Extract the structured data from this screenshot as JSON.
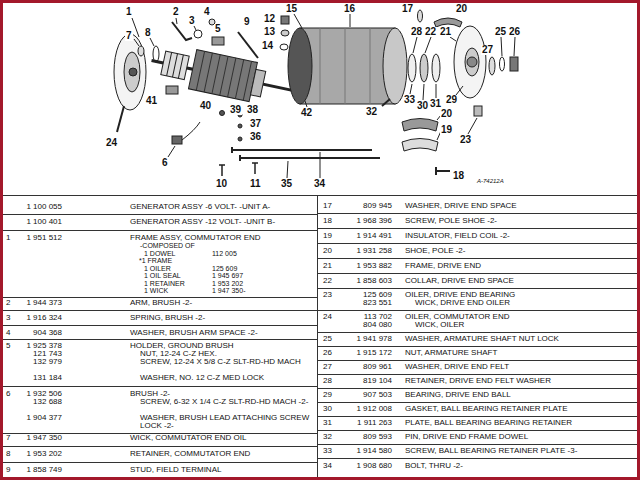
{
  "diagram": {
    "labels": [
      "1",
      "2",
      "3",
      "4",
      "5",
      "7",
      "8",
      "9",
      "12",
      "13",
      "14",
      "15",
      "16",
      "17",
      "20",
      "28",
      "22",
      "21",
      "27",
      "25",
      "26",
      "33",
      "30",
      "31",
      "29",
      "20",
      "19",
      "23",
      "18",
      "32",
      "42",
      "41",
      "40",
      "39",
      "38",
      "37",
      "36",
      "24",
      "6",
      "10",
      "11",
      "35",
      "34",
      "A-74212A",
      "1 100 055",
      "GENERATOR ASSY -6 VOLT- -UNIT A-",
      "1 100 401",
      "GENERATOR ASSY -12 VOLT- -UNIT B-",
      "1",
      "1 951 512",
      "FRAME ASSY, COMMUTATOR END",
      "-COMPOSED OF",
      "1 DOWEL",
      "112 005",
      "*1 FRAME",
      "1 OILER",
      "125 609",
      "1 OIL SEAL",
      "1 945 697",
      "1 RETAINER",
      "1 953 202",
      "1 WICK",
      "1 947 350-",
      "2",
      "1 944 373",
      "ARM, BRUSH -2-",
      "3",
      "1 916 324",
      "SPRING, BRUSH -2-",
      "4",
      "904 368",
      "WASHER, BRUSH ARM SPACE -2-",
      "5",
      "1 925 378",
      "HOLDER, GROUND BRUSH",
      "121 743",
      "NUT, 12-24 C-Z HEX.",
      "132 979",
      "SCREW, 12-24 X 5/8 C-Z SLT-RD-HD MACH",
      "131 184",
      "WASHER, NO. 12 C-Z MED LOCK",
      "6",
      "1 932 506",
      "BRUSH -2-",
      "132 688",
      "SCREW, 6-32 X 1/4 C-Z SLT-RD-HD MACH -2-",
      "1 904 377",
      "WASHER, BRUSH LEAD ATTACHING SCREW LOCK -2-",
      "7",
      "1 947 350",
      "WICK, COMMUTATOR END OIL",
      "8",
      "1 953 202",
      "RETAINER, COMMUTATOR END",
      "9",
      "1 858 749",
      "STUD, FIELD TERMINAL",
      "17",
      "809 945",
      "WASHER, DRIVE END SPACE",
      "18",
      "1 968 396",
      "SCREW, POLE SHOE -2-",
      "19",
      "1 914 491",
      "INSULATOR, FIELD COIL -2-",
      "20",
      "1 931 258",
      "SHOE, POLE -2-",
      "21",
      "1 953 882",
      "FRAME, DRIVE END",
      "22",
      "1 858 603",
      "COLLAR, DRIVE END SPACE",
      "23",
      "125 609",
      "OILER, DRIVE END BEARING",
      "823 551",
      "WICK, DRIVE END OILER",
      "24",
      "113 702",
      "OILER, COMMUTATOR END",
      "804 080",
      "WICK, OILER",
      "25",
      "1 941 978",
      "WASHER, ARMATURE SHAFT NUT LOCK",
      "26",
      "1 915 172",
      "NUT, ARMATURE SHAFT",
      "27",
      "809 961",
      "WASHER, DRIVE END FELT",
      "28",
      "819 104",
      "RETAINER, DRIVE END FELT WASHER",
      "29",
      "907 503",
      "BEARING, DRIVE END BALL",
      "30",
      "1 912 008",
      "GASKET, BALL BEARING RETAINER PLATE",
      "31",
      "1 911 263",
      "PLATE, BALL BEARING BEARING RETAINER",
      "32",
      "809 593",
      "PIN, DRIVE END FRAME DOWEL",
      "33",
      "1 914 580",
      "SCREW, BALL BEARING RETAINER PLATE -3-",
      "34",
      "1 908 680",
      "BOLT, THRU -2-"
    ]
  }
}
